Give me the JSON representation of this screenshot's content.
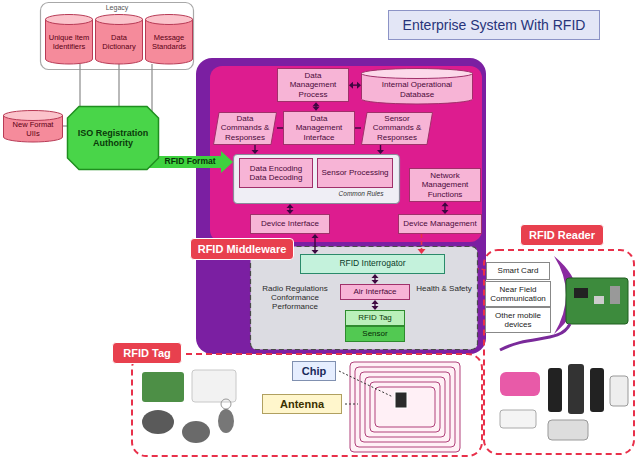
{
  "diagram": {
    "title": "Enterprise System With RFID",
    "nodes": [
      {
        "text": [
          "Legacy"
        ]
      },
      {
        "text": [
          "Unique Item Identifiers"
        ],
        "in": 0
      },
      {
        "text": [
          "Data Dictionary"
        ],
        "in": 0
      },
      {
        "text": [
          "Message Standards"
        ],
        "in": 0
      },
      {
        "text": [
          "ISO Registration Authority"
        ]
      },
      {
        "text": [
          "New Format UIIs"
        ]
      },
      {
        "text": [
          "Data Management Process"
        ]
      },
      {
        "text": [
          "Internal Operational Database"
        ]
      },
      {
        "text": [
          "Data Commands & Responses"
        ]
      },
      {
        "text": [
          "Data Management Interface"
        ]
      },
      {
        "text": [
          "Sensor Commands & Responses"
        ]
      },
      {
        "text": [
          "Common Rules"
        ]
      },
      {
        "text": [
          "Data Encoding Data Decoding"
        ],
        "in": 11
      },
      {
        "text": [
          "Sensor Processing"
        ],
        "in": 11
      },
      {
        "text": [
          "Network Management Functions"
        ]
      },
      {
        "text": [
          "Device Interface"
        ]
      },
      {
        "text": [
          "Device Management"
        ]
      },
      {
        "text": [
          "Radio Regulations Conformance Performance",
          "Health & Safety"
        ]
      },
      {
        "text": [
          "RFID Interrogator"
        ],
        "in": 17
      },
      {
        "text": [
          "Air Interface"
        ],
        "in": 17
      },
      {
        "text": [
          "RFID Tag"
        ],
        "in": 17
      },
      {
        "text": [
          "Sensor"
        ],
        "in": 17
      },
      {
        "text": [
          "RFID Middleware"
        ]
      },
      {
        "text": [
          "RFID Reader"
        ]
      },
      {
        "text": [
          "Smart Card"
        ]
      },
      {
        "text": [
          "Near Field Communication"
        ]
      },
      {
        "text": [
          "Other mobile devices"
        ]
      },
      {
        "text": [
          "RFID Tag"
        ]
      },
      {
        "text": [
          "Chip"
        ]
      },
      {
        "text": [
          "Antenna"
        ]
      }
    ],
    "edges": [
      {
        "from": 1,
        "to": 4,
        "arrow": "none"
      },
      {
        "from": 2,
        "to": 4,
        "arrow": "none"
      },
      {
        "from": 3,
        "to": 4,
        "arrow": "none"
      },
      {
        "from": 5,
        "to": 4,
        "arrow": "none"
      },
      {
        "from": 4,
        "to": 11,
        "label": "RFID Format",
        "arrow": "to"
      },
      {
        "from": 6,
        "to": 7,
        "arrow": "both"
      },
      {
        "from": 6,
        "to": 9,
        "arrow": "both"
      },
      {
        "from": 9,
        "to": 8,
        "arrow": "none"
      },
      {
        "from": 9,
        "to": 10,
        "arrow": "none"
      },
      {
        "from": 8,
        "to": 11,
        "arrow": "to"
      },
      {
        "from": 10,
        "to": 11,
        "arrow": "to"
      },
      {
        "from": 11,
        "to": 15,
        "arrow": "both"
      },
      {
        "from": 14,
        "to": 16,
        "arrow": "both"
      },
      {
        "from": 15,
        "to": 18,
        "arrow": "both"
      },
      {
        "from": 16,
        "to": 18,
        "arrow": "to"
      },
      {
        "from": 18,
        "to": 19,
        "arrow": "both"
      },
      {
        "from": 19,
        "to": 20,
        "arrow": "both"
      }
    ]
  }
}
